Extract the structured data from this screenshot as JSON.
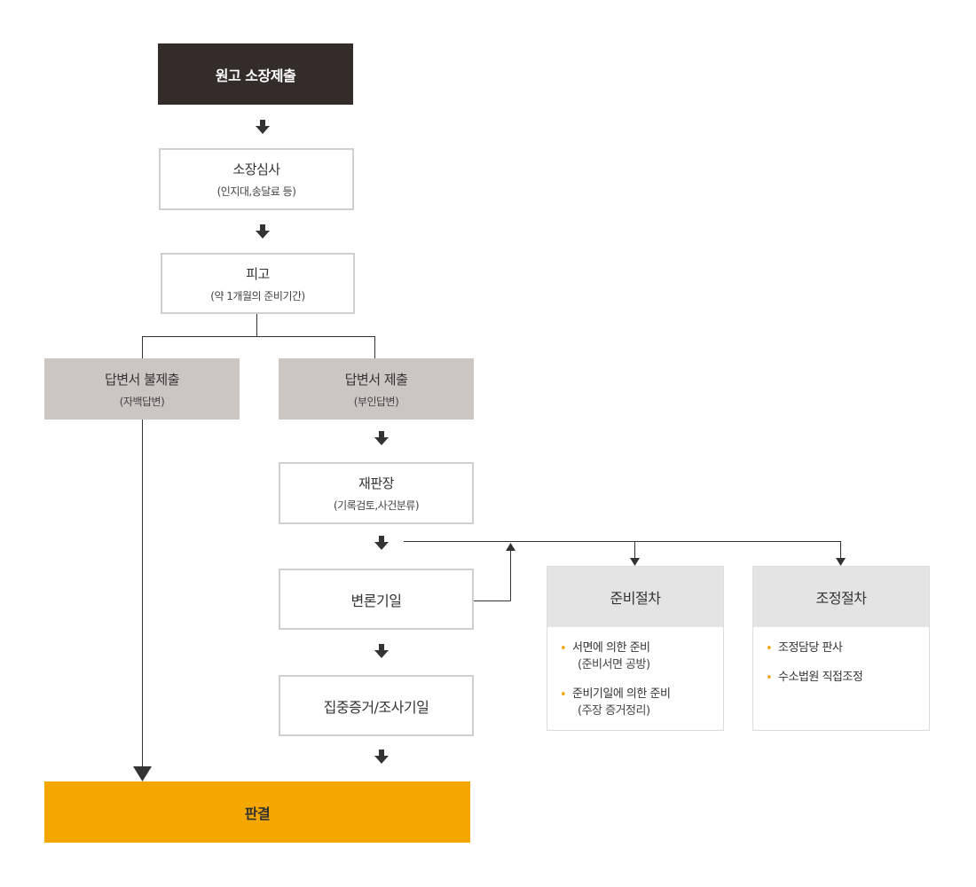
{
  "flow": {
    "filing": "원고 소장제출",
    "review": {
      "title": "소장심사",
      "sub": "(인지대,송달료 등)"
    },
    "defendant": {
      "title": "피고",
      "sub": "(약 1개월의 준비기간)"
    },
    "no_answer": {
      "title": "답변서 불제출",
      "sub": "(자백답변)"
    },
    "answer": {
      "title": "답변서 제출",
      "sub": "(부인답변)"
    },
    "judge": {
      "title": "재판장",
      "sub": "(기록검토,사건분류)"
    },
    "hearing": {
      "title": "변론기일"
    },
    "evidence": {
      "title": "집중증거/조사기일"
    },
    "judgment": {
      "title": "판결"
    }
  },
  "prep_panel": {
    "title": "준비절차",
    "items": [
      {
        "label": "서면에 의한 준비",
        "note": "(준비서면 공방)"
      },
      {
        "label": "준비기일에 의한 준비",
        "note": "(주장 증거정리)"
      }
    ]
  },
  "mediation_panel": {
    "title": "조정절차",
    "items": [
      {
        "label": "조정담당 판사"
      },
      {
        "label": "수소법원 직접조정"
      }
    ]
  },
  "colors": {
    "dark": "#332c29",
    "gray_box": "#cbc6c1",
    "accent": "#f4a601",
    "border": "#cfcfcf",
    "panel_head": "#e4e4e4",
    "line": "#333333"
  }
}
